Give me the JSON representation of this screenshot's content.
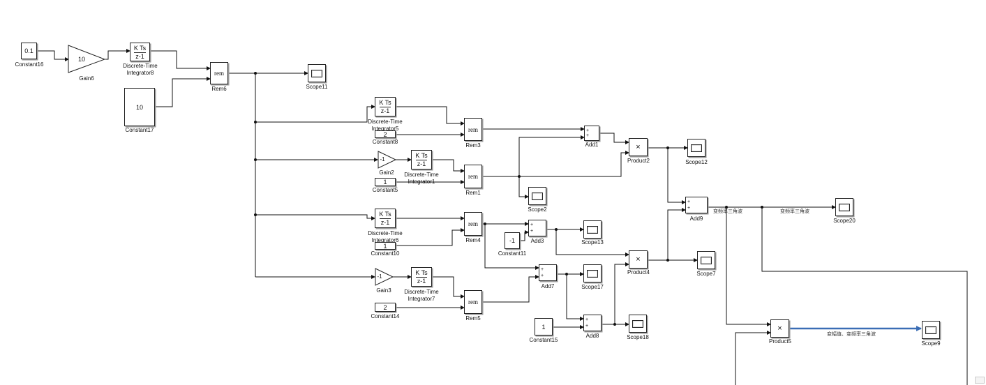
{
  "blocks": {
    "constant16": {
      "label": "Constant16",
      "value": "0.1"
    },
    "gain6": {
      "label": "Gain6",
      "value": "10"
    },
    "integrator8": {
      "label": "Discrete-Time\nIntegrator8",
      "num": "K Ts",
      "den": "z-1"
    },
    "constant17": {
      "label": "Constant17",
      "value": "10"
    },
    "rem6": {
      "label": "Rem6",
      "value": "rem"
    },
    "scope11": {
      "label": "Scope11"
    },
    "integrator5": {
      "label": "Discrete-Time\nIntegrator5",
      "num": "K Ts",
      "den": "z-1"
    },
    "constant8": {
      "label": "Constant8",
      "value": "2"
    },
    "rem3": {
      "label": "Rem3",
      "value": "rem"
    },
    "add1": {
      "label": "Add1"
    },
    "product2": {
      "label": "Product2",
      "value": "×"
    },
    "scope12": {
      "label": "Scope12"
    },
    "gain2": {
      "label": "Gain2",
      "value": "-1"
    },
    "integrator1": {
      "label": "Discrete-Time\nIntegrator1",
      "num": "K Ts",
      "den": "z-1"
    },
    "constant5": {
      "label": "Constant5",
      "value": "1"
    },
    "rem1": {
      "label": "Rem1",
      "value": "rem"
    },
    "scope2": {
      "label": "Scope2"
    },
    "add9": {
      "label": "Add9"
    },
    "scope20": {
      "label": "Scope20"
    },
    "integrator6": {
      "label": "Discrete-Time\nIntegrator6",
      "num": "K Ts",
      "den": "z-1"
    },
    "constant10": {
      "label": "Constant10",
      "value": "1"
    },
    "rem4": {
      "label": "Rem4",
      "value": "rem"
    },
    "add3": {
      "label": "Add3"
    },
    "constant11": {
      "label": "Constant11",
      "value": "-1"
    },
    "scope13": {
      "label": "Scope13"
    },
    "product4": {
      "label": "Product4",
      "value": "×"
    },
    "scope7": {
      "label": "Scope7"
    },
    "gain3": {
      "label": "Gain3",
      "value": "-1"
    },
    "integrator7": {
      "label": "Discrete-Time\nIntegrator7",
      "num": "K Ts",
      "den": "z-1"
    },
    "constant14": {
      "label": "Constant14",
      "value": "2"
    },
    "rem5": {
      "label": "Rem5",
      "value": "rem"
    },
    "add7": {
      "label": "Add7"
    },
    "scope17": {
      "label": "Scope17"
    },
    "constant15": {
      "label": "Constant15",
      "value": "1"
    },
    "add8": {
      "label": "Add8"
    },
    "scope18": {
      "label": "Scope18"
    },
    "product5": {
      "label": "Product5",
      "value": "×"
    },
    "scope9": {
      "label": "Scope9"
    }
  },
  "signals": {
    "add9_out": "变频率三角波",
    "add9_out2": "变频率三角波",
    "product5_out": "变幅值、变频率三角波"
  },
  "sum_signs": {
    "s1": "+",
    "s2": "+"
  },
  "colors": {
    "wire": "#111111",
    "highlight": "#3a6db5",
    "block_border": "#222222",
    "shadow": "#9a9a9a"
  }
}
